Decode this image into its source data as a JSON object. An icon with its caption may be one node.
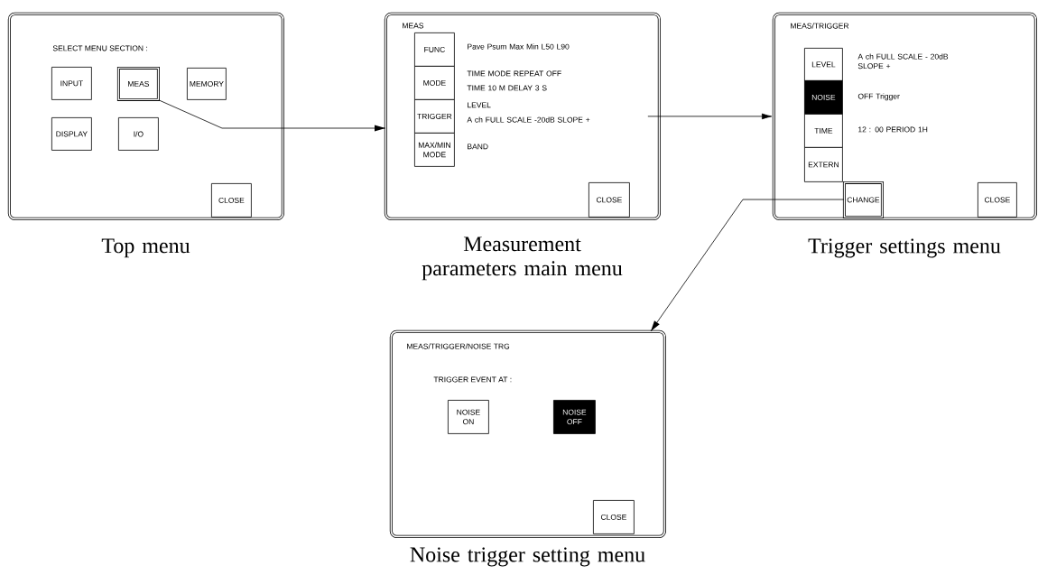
{
  "diagram": {
    "nodes": [
      {
        "text": [
          "SELECT MENU SECTION :"
        ],
        "beside": [
          "Top menu"
        ]
      },
      {
        "text": [
          "INPUT"
        ],
        "in": 0
      },
      {
        "text": [
          "MEAS"
        ],
        "in": 0
      },
      {
        "text": [
          "MEMORY"
        ],
        "in": 0
      },
      {
        "text": [
          "DISPLAY"
        ],
        "in": 0
      },
      {
        "text": [
          "I/O"
        ],
        "in": 0
      },
      {
        "text": [
          "CLOSE"
        ],
        "in": 0
      },
      {
        "text": [
          "MEAS"
        ],
        "beside": [
          "Measurement parameters main menu"
        ]
      },
      {
        "text": [
          "FUNC"
        ],
        "in": 7,
        "beside": [
          "Pave Psum Max Min L50 L90"
        ]
      },
      {
        "text": [
          "MODE"
        ],
        "in": 7,
        "beside": [
          "TIME MODE REPEAT OFF",
          "TIME 10 M DELAY 3 S"
        ]
      },
      {
        "text": [
          "TRIGGER"
        ],
        "in": 7,
        "beside": [
          "LEVEL",
          "A ch FULL SCALE -20dB SLOPE +"
        ]
      },
      {
        "text": [
          "MAX/MIN MODE"
        ],
        "in": 7,
        "beside": [
          "BAND"
        ]
      },
      {
        "text": [
          "CLOSE"
        ],
        "in": 7
      },
      {
        "text": [
          "MEAS/TRIGGER"
        ],
        "beside": [
          "Trigger settings menu"
        ]
      },
      {
        "text": [
          "LEVEL"
        ],
        "in": 13,
        "beside": [
          "A ch FULL SCALE - 20dB SLOPE +"
        ]
      },
      {
        "text": [
          "NOISE"
        ],
        "in": 13,
        "beside": [
          "OFF Trigger"
        ]
      },
      {
        "text": [
          "TIME"
        ],
        "in": 13,
        "beside": [
          "12 : 00 PERIOD 1H"
        ]
      },
      {
        "text": [
          "EXTERN"
        ],
        "in": 13
      },
      {
        "text": [
          "CHANGE"
        ],
        "in": 13
      },
      {
        "text": [
          "CLOSE"
        ],
        "in": 13
      },
      {
        "text": [
          "MEAS/TRIGGER/NOISE TRG",
          "TRIGGER EVENT AT :"
        ],
        "beside": [
          "Noise trigger setting menu"
        ]
      },
      {
        "text": [
          "NOISE ON"
        ],
        "in": 20
      },
      {
        "text": [
          "NOISE OFF"
        ],
        "in": 20
      },
      {
        "text": [
          "CLOSE"
        ],
        "in": 20
      }
    ],
    "edges": [
      {
        "from": 2,
        "to": 7,
        "arrow": "to"
      },
      {
        "from": 10,
        "to": 13,
        "arrow": "to"
      },
      {
        "from": 18,
        "to": 20,
        "arrow": "to"
      }
    ]
  }
}
